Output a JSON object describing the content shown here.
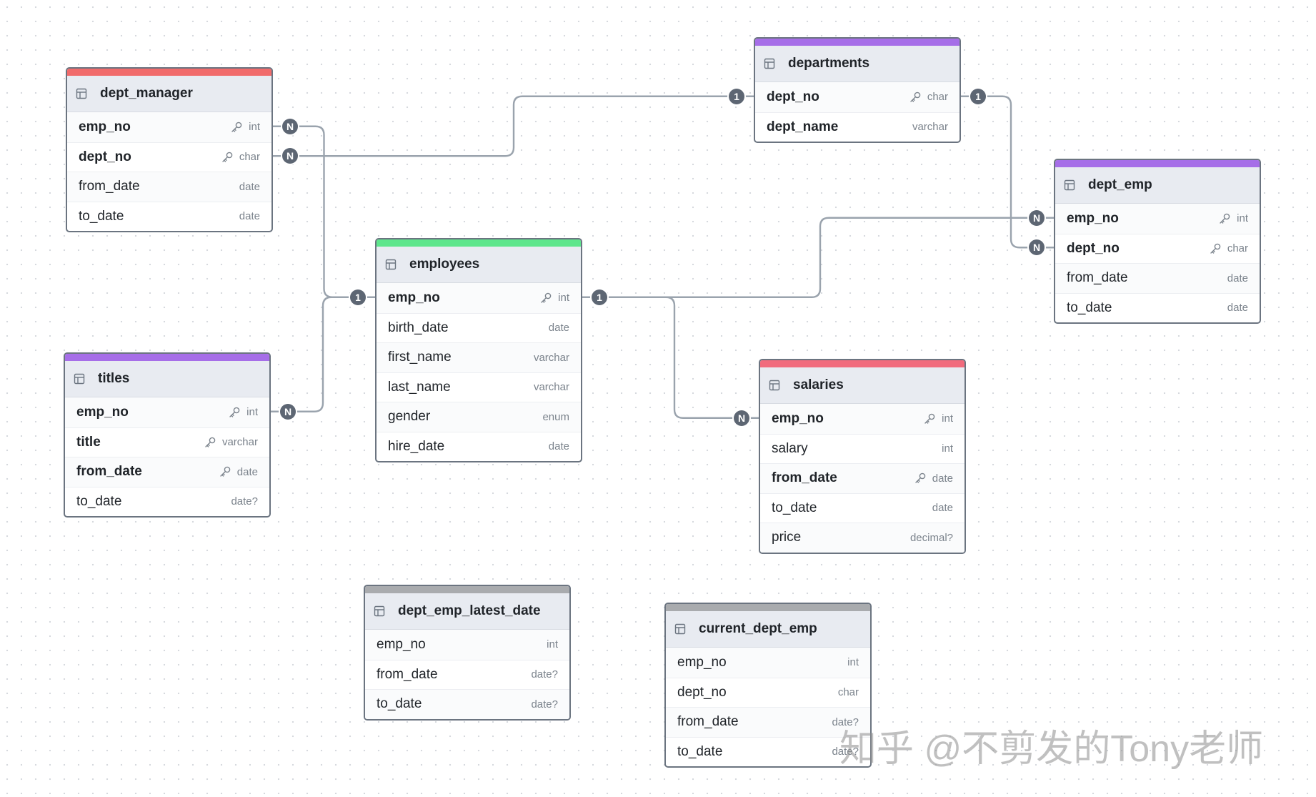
{
  "tables": [
    {
      "id": "dept_manager",
      "name": "dept_manager",
      "color": "#f16b6b",
      "columns": [
        {
          "name": "emp_no",
          "type": "int",
          "pk": true,
          "key": true
        },
        {
          "name": "dept_no",
          "type": "char",
          "pk": true,
          "key": true
        },
        {
          "name": "from_date",
          "type": "date",
          "pk": false,
          "key": false
        },
        {
          "name": "to_date",
          "type": "date",
          "pk": false,
          "key": false
        }
      ]
    },
    {
      "id": "departments",
      "name": "departments",
      "color": "#a66ee8",
      "columns": [
        {
          "name": "dept_no",
          "type": "char",
          "pk": true,
          "key": true
        },
        {
          "name": "dept_name",
          "type": "varchar",
          "pk": true,
          "key": false
        }
      ]
    },
    {
      "id": "employees",
      "name": "employees",
      "color": "#5ee68c",
      "columns": [
        {
          "name": "emp_no",
          "type": "int",
          "pk": true,
          "key": true
        },
        {
          "name": "birth_date",
          "type": "date",
          "pk": false,
          "key": false
        },
        {
          "name": "first_name",
          "type": "varchar",
          "pk": false,
          "key": false
        },
        {
          "name": "last_name",
          "type": "varchar",
          "pk": false,
          "key": false
        },
        {
          "name": "gender",
          "type": "enum",
          "pk": false,
          "key": false
        },
        {
          "name": "hire_date",
          "type": "date",
          "pk": false,
          "key": false
        }
      ]
    },
    {
      "id": "dept_emp",
      "name": "dept_emp",
      "color": "#a66ee8",
      "columns": [
        {
          "name": "emp_no",
          "type": "int",
          "pk": true,
          "key": true
        },
        {
          "name": "dept_no",
          "type": "char",
          "pk": true,
          "key": true
        },
        {
          "name": "from_date",
          "type": "date",
          "pk": false,
          "key": false
        },
        {
          "name": "to_date",
          "type": "date",
          "pk": false,
          "key": false
        }
      ]
    },
    {
      "id": "titles",
      "name": "titles",
      "color": "#a66ee8",
      "columns": [
        {
          "name": "emp_no",
          "type": "int",
          "pk": true,
          "key": true
        },
        {
          "name": "title",
          "type": "varchar",
          "pk": true,
          "key": true
        },
        {
          "name": "from_date",
          "type": "date",
          "pk": true,
          "key": true
        },
        {
          "name": "to_date",
          "type": "date?",
          "pk": false,
          "key": false
        }
      ]
    },
    {
      "id": "salaries",
      "name": "salaries",
      "color": "#f16b7d",
      "columns": [
        {
          "name": "emp_no",
          "type": "int",
          "pk": true,
          "key": true
        },
        {
          "name": "salary",
          "type": "int",
          "pk": false,
          "key": false
        },
        {
          "name": "from_date",
          "type": "date",
          "pk": true,
          "key": true
        },
        {
          "name": "to_date",
          "type": "date",
          "pk": false,
          "key": false
        },
        {
          "name": "price",
          "type": "decimal?",
          "pk": false,
          "key": false
        }
      ]
    },
    {
      "id": "dept_emp_latest_date",
      "name": "dept_emp_latest_date",
      "color": "#a9abae",
      "columns": [
        {
          "name": "emp_no",
          "type": "int",
          "pk": false,
          "key": false
        },
        {
          "name": "from_date",
          "type": "date?",
          "pk": false,
          "key": false
        },
        {
          "name": "to_date",
          "type": "date?",
          "pk": false,
          "key": false
        }
      ]
    },
    {
      "id": "current_dept_emp",
      "name": "current_dept_emp",
      "color": "#a9abae",
      "columns": [
        {
          "name": "emp_no",
          "type": "int",
          "pk": false,
          "key": false
        },
        {
          "name": "dept_no",
          "type": "char",
          "pk": false,
          "key": false
        },
        {
          "name": "from_date",
          "type": "date?",
          "pk": false,
          "key": false
        },
        {
          "name": "to_date",
          "type": "date?",
          "pk": false,
          "key": false
        }
      ]
    }
  ],
  "relations": [
    {
      "from": "dept_manager.emp_no",
      "to": "employees.emp_no",
      "from_card": "N",
      "to_card": "1"
    },
    {
      "from": "dept_manager.dept_no",
      "to": "departments.dept_no",
      "from_card": "N",
      "to_card": "1"
    },
    {
      "from": "titles.emp_no",
      "to": "employees.emp_no",
      "from_card": "N",
      "to_card": "1"
    },
    {
      "from": "employees.emp_no",
      "to": "dept_emp.emp_no",
      "from_card": "1",
      "to_card": "N"
    },
    {
      "from": "employees.emp_no",
      "to": "salaries.emp_no",
      "from_card": "1",
      "to_card": "N"
    },
    {
      "from": "departments.dept_no",
      "to": "dept_emp.dept_no",
      "from_card": "1",
      "to_card": "N"
    }
  ],
  "watermark": "知乎 @不剪发的Tony老师"
}
